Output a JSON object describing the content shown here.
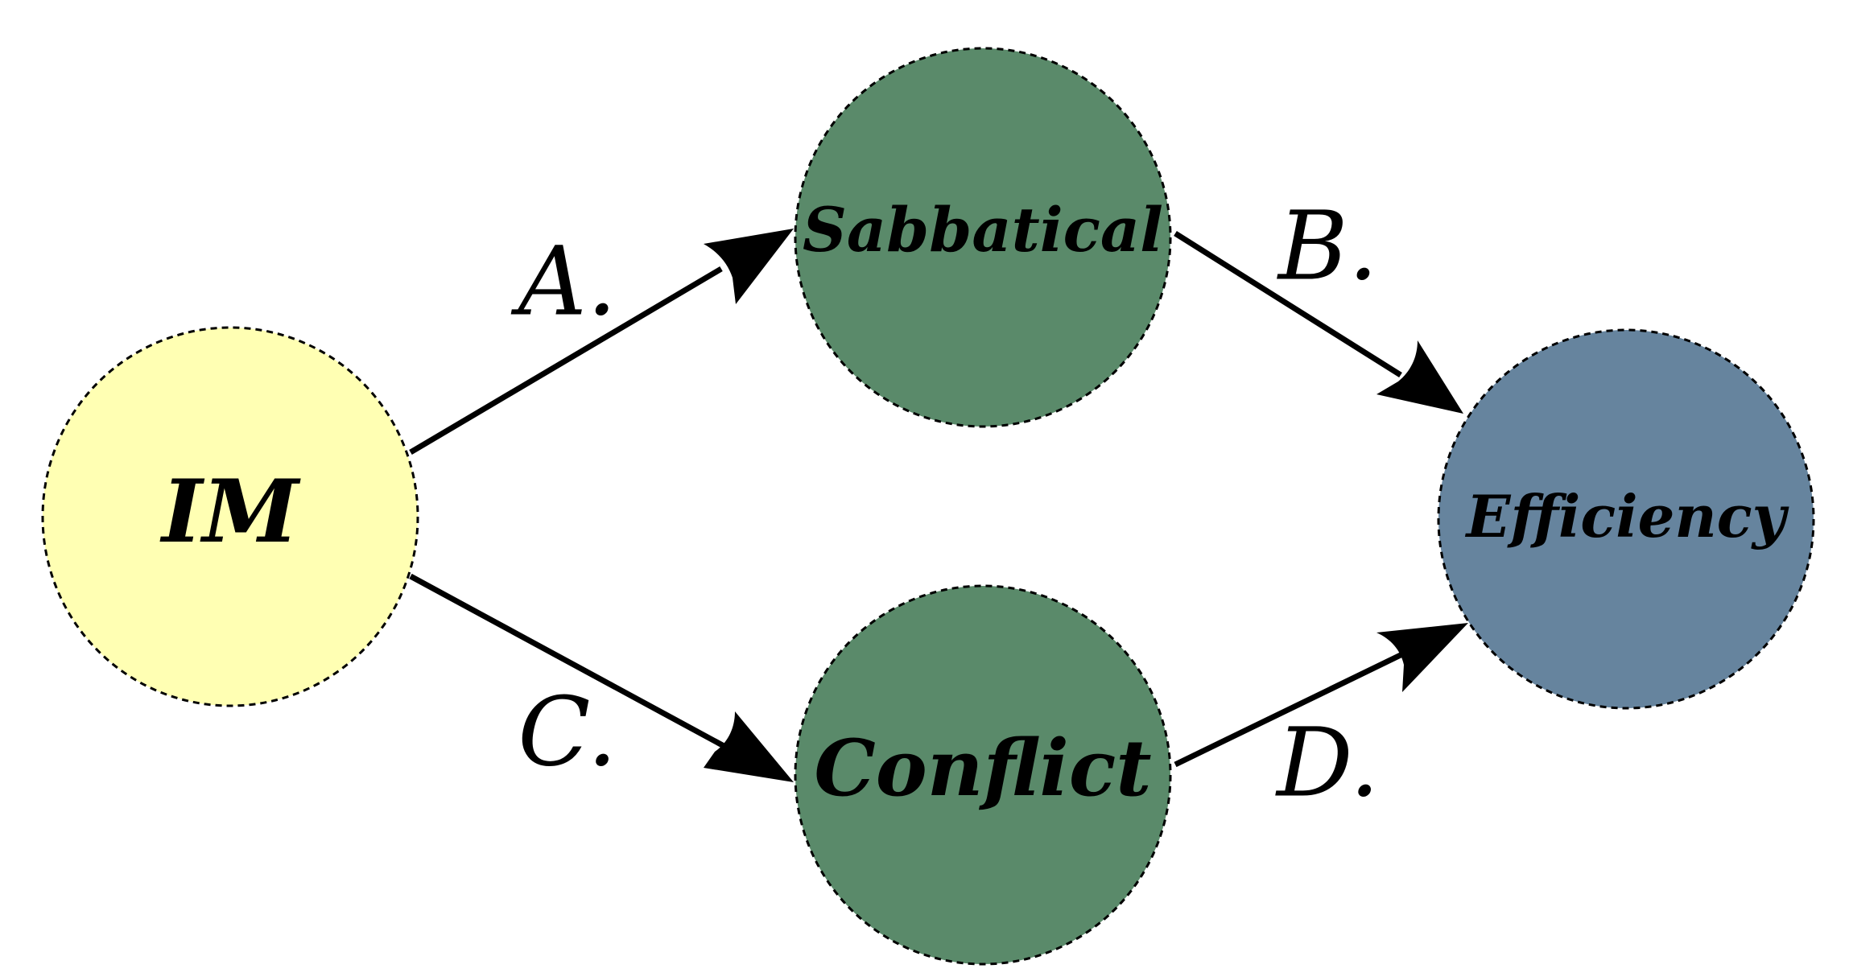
{
  "diagram": {
    "nodes": [
      {
        "id": "im",
        "label": "IM",
        "color": "#FFFFB3"
      },
      {
        "id": "sabbatical",
        "label": "Sabbatical",
        "color": "#5A8A6A"
      },
      {
        "id": "conflict",
        "label": "Conflict",
        "color": "#5A8A6A"
      },
      {
        "id": "efficiency",
        "label": "Efficiency",
        "color": "#66849E"
      }
    ],
    "edges": [
      {
        "from": "im",
        "to": "sabbatical",
        "label": "A."
      },
      {
        "from": "sabbatical",
        "to": "efficiency",
        "label": "B."
      },
      {
        "from": "im",
        "to": "conflict",
        "label": "C."
      },
      {
        "from": "conflict",
        "to": "efficiency",
        "label": "D."
      }
    ],
    "node_border": "dashed",
    "edge_color": "#000000"
  }
}
